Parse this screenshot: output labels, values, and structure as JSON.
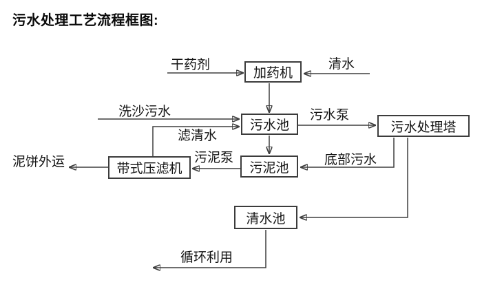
{
  "title": "污水处理工艺流程框图:",
  "nodes": {
    "dosing_machine": "加药机",
    "sewage_pool": "污水池",
    "treatment_tower": "污水处理塔",
    "sludge_pool": "污泥池",
    "belt_filter_press": "带式压滤机",
    "clear_water_pool": "清水池"
  },
  "flow_labels": {
    "dry_agent": "干药剂",
    "clear_water": "清水",
    "sand_washing_sewage": "洗沙污水",
    "sewage_pump": "污水泵",
    "filtered_water": "滤清水",
    "sludge_pump": "污泥泵",
    "bottom_sewage": "底部污水",
    "mud_cake_outbound": "泥饼外运",
    "recycle_use": "循环利用"
  },
  "edges": [
    {
      "from": "external",
      "label": "干药剂",
      "to": "dosing_machine"
    },
    {
      "from": "external",
      "label": "清水",
      "to": "dosing_machine"
    },
    {
      "from": "dosing_machine",
      "label": "",
      "to": "sewage_pool"
    },
    {
      "from": "external",
      "label": "洗沙污水",
      "to": "sewage_pool"
    },
    {
      "from": "belt_filter_press",
      "label": "滤清水",
      "to": "sewage_pool"
    },
    {
      "from": "sewage_pool",
      "label": "污水泵",
      "to": "treatment_tower"
    },
    {
      "from": "sewage_pool",
      "label": "",
      "to": "sludge_pool"
    },
    {
      "from": "treatment_tower",
      "label": "底部污水",
      "to": "sludge_pool"
    },
    {
      "from": "sludge_pool",
      "label": "污泥泵",
      "to": "belt_filter_press"
    },
    {
      "from": "belt_filter_press",
      "label": "泥饼外运",
      "to": "external"
    },
    {
      "from": "treatment_tower",
      "label": "",
      "to": "clear_water_pool"
    },
    {
      "from": "clear_water_pool",
      "label": "循环利用",
      "to": "external"
    }
  ],
  "colors": {
    "line": "#3f3f3f",
    "arrowhead": "#1f1f1f",
    "text": "#141414",
    "background": "#ffffff"
  }
}
